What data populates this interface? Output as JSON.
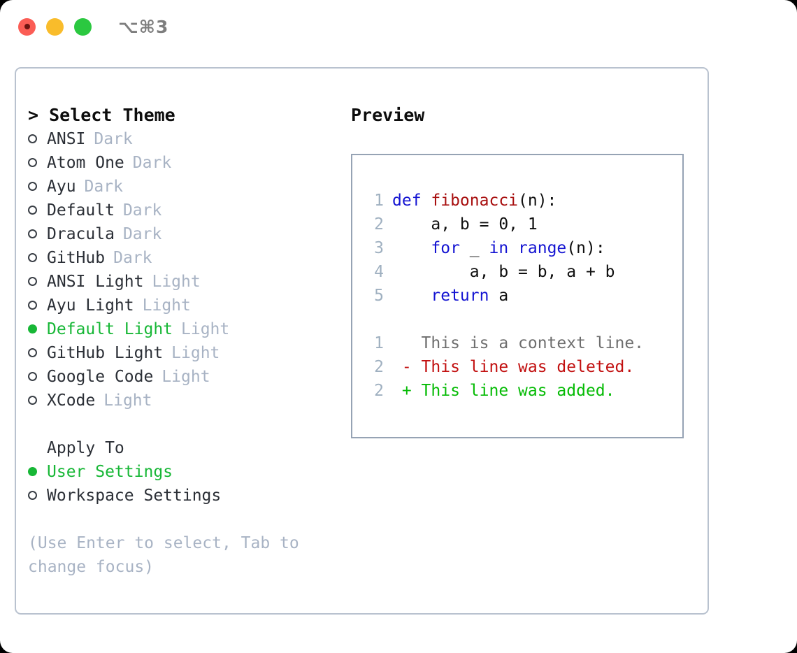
{
  "window": {
    "shortcut_label": "⌥⌘3",
    "traffic_lights": [
      {
        "name": "close",
        "color": "#fb5d55"
      },
      {
        "name": "minimize",
        "color": "#f9bc2b"
      },
      {
        "name": "zoom",
        "color": "#2bc840"
      }
    ]
  },
  "theme_picker": {
    "title": "> Select Theme",
    "items": [
      {
        "marker": "o",
        "name": "ANSI",
        "tag": "Dark",
        "selected": false
      },
      {
        "marker": "o",
        "name": "Atom One",
        "tag": "Dark",
        "selected": false
      },
      {
        "marker": "o",
        "name": "Ayu",
        "tag": "Dark",
        "selected": false
      },
      {
        "marker": "o",
        "name": "Default",
        "tag": "Dark",
        "selected": false
      },
      {
        "marker": "o",
        "name": "Dracula",
        "tag": "Dark",
        "selected": false
      },
      {
        "marker": "o",
        "name": "GitHub",
        "tag": "Dark",
        "selected": false
      },
      {
        "marker": "o",
        "name": "ANSI Light",
        "tag": "Light",
        "selected": false
      },
      {
        "marker": "o",
        "name": "Ayu Light",
        "tag": "Light",
        "selected": false
      },
      {
        "marker": "●",
        "name": "Default Light",
        "tag": "Light",
        "selected": true
      },
      {
        "marker": "o",
        "name": "GitHub Light",
        "tag": "Light",
        "selected": false
      },
      {
        "marker": "o",
        "name": "Google Code",
        "tag": "Light",
        "selected": false
      },
      {
        "marker": "o",
        "name": "XCode",
        "tag": "Light",
        "selected": false
      }
    ]
  },
  "apply_to": {
    "title": "Apply To",
    "options": [
      {
        "marker": "●",
        "name": "User Settings",
        "selected": true
      },
      {
        "marker": "o",
        "name": "Workspace Settings",
        "selected": false
      }
    ]
  },
  "hint": "(Use Enter to select, Tab to change focus)",
  "preview": {
    "title": "Preview",
    "code_lines": [
      {
        "no": "1",
        "tokens": [
          {
            "t": "def ",
            "c": "kw"
          },
          {
            "t": "fibonacci",
            "c": "fn"
          },
          {
            "t": "(n):",
            "c": "plain"
          }
        ]
      },
      {
        "no": "2",
        "tokens": [
          {
            "t": "    a, b = 0, 1",
            "c": "plain"
          }
        ]
      },
      {
        "no": "3",
        "tokens": [
          {
            "t": "    ",
            "c": "plain"
          },
          {
            "t": "for",
            "c": "kw"
          },
          {
            "t": " _ ",
            "c": "plain"
          },
          {
            "t": "in",
            "c": "kw"
          },
          {
            "t": " ",
            "c": "plain"
          },
          {
            "t": "range",
            "c": "kw"
          },
          {
            "t": "(n):",
            "c": "plain"
          }
        ]
      },
      {
        "no": "4",
        "tokens": [
          {
            "t": "        a, b = b, a + b",
            "c": "plain"
          }
        ]
      },
      {
        "no": "5",
        "tokens": [
          {
            "t": "    ",
            "c": "plain"
          },
          {
            "t": "return",
            "c": "kw"
          },
          {
            "t": " a",
            "c": "plain"
          }
        ]
      },
      {
        "no": "",
        "tokens": []
      },
      {
        "no": "1",
        "tokens": [
          {
            "t": "   This is a context line.",
            "c": "ctx"
          }
        ]
      },
      {
        "no": "2",
        "tokens": [
          {
            "t": " - This line was deleted.",
            "c": "del"
          }
        ]
      },
      {
        "no": "2",
        "tokens": [
          {
            "t": " + This line was added.",
            "c": "add"
          }
        ]
      }
    ]
  }
}
